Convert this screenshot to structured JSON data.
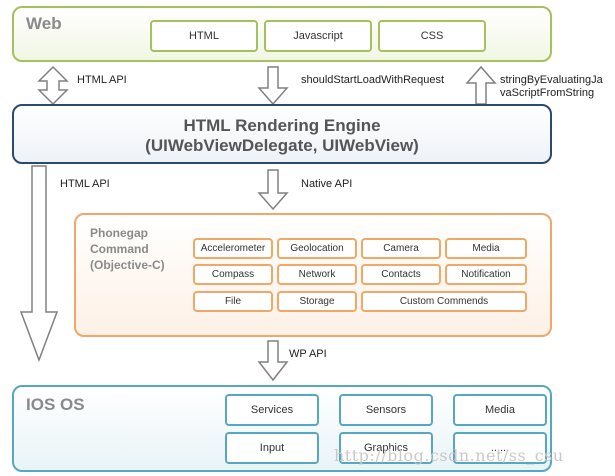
{
  "web": {
    "title": "Web",
    "items": [
      "HTML",
      "Javascript",
      "CSS"
    ]
  },
  "connectors": {
    "html_api_top": "HTML API",
    "should_start": "shouldStartLoadWithRequest",
    "string_by_eval": "stringByEvaluatingJa\nvaScriptFromString",
    "html_api_side": "HTML API",
    "native_api": "Native API",
    "wp_api": "WP API"
  },
  "engine": {
    "line1": "HTML Rendering  Engine",
    "line2": "(UIWebViewDelegate, UIWebView)"
  },
  "phonegap": {
    "title": "Phonegap\nCommand\n(Objective-C)",
    "items": [
      "Accelerometer",
      "Geolocation",
      "Camera",
      "Media",
      "Compass",
      "Network",
      "Contacts",
      "Notification",
      "File",
      "Storage",
      "Custom Commends"
    ]
  },
  "ios": {
    "title": "IOS OS",
    "items": [
      "Services",
      "Sensors",
      "Media",
      "Input",
      "Graphics",
      "......"
    ]
  },
  "watermark": "http://blog.csdn.net/ss_csu",
  "colors": {
    "web_border": "#a5c15c",
    "engine_border": "#2b4a6e",
    "phonegap_border": "#f0a868",
    "ios_border": "#55a8bf",
    "arrow": "#808080"
  }
}
